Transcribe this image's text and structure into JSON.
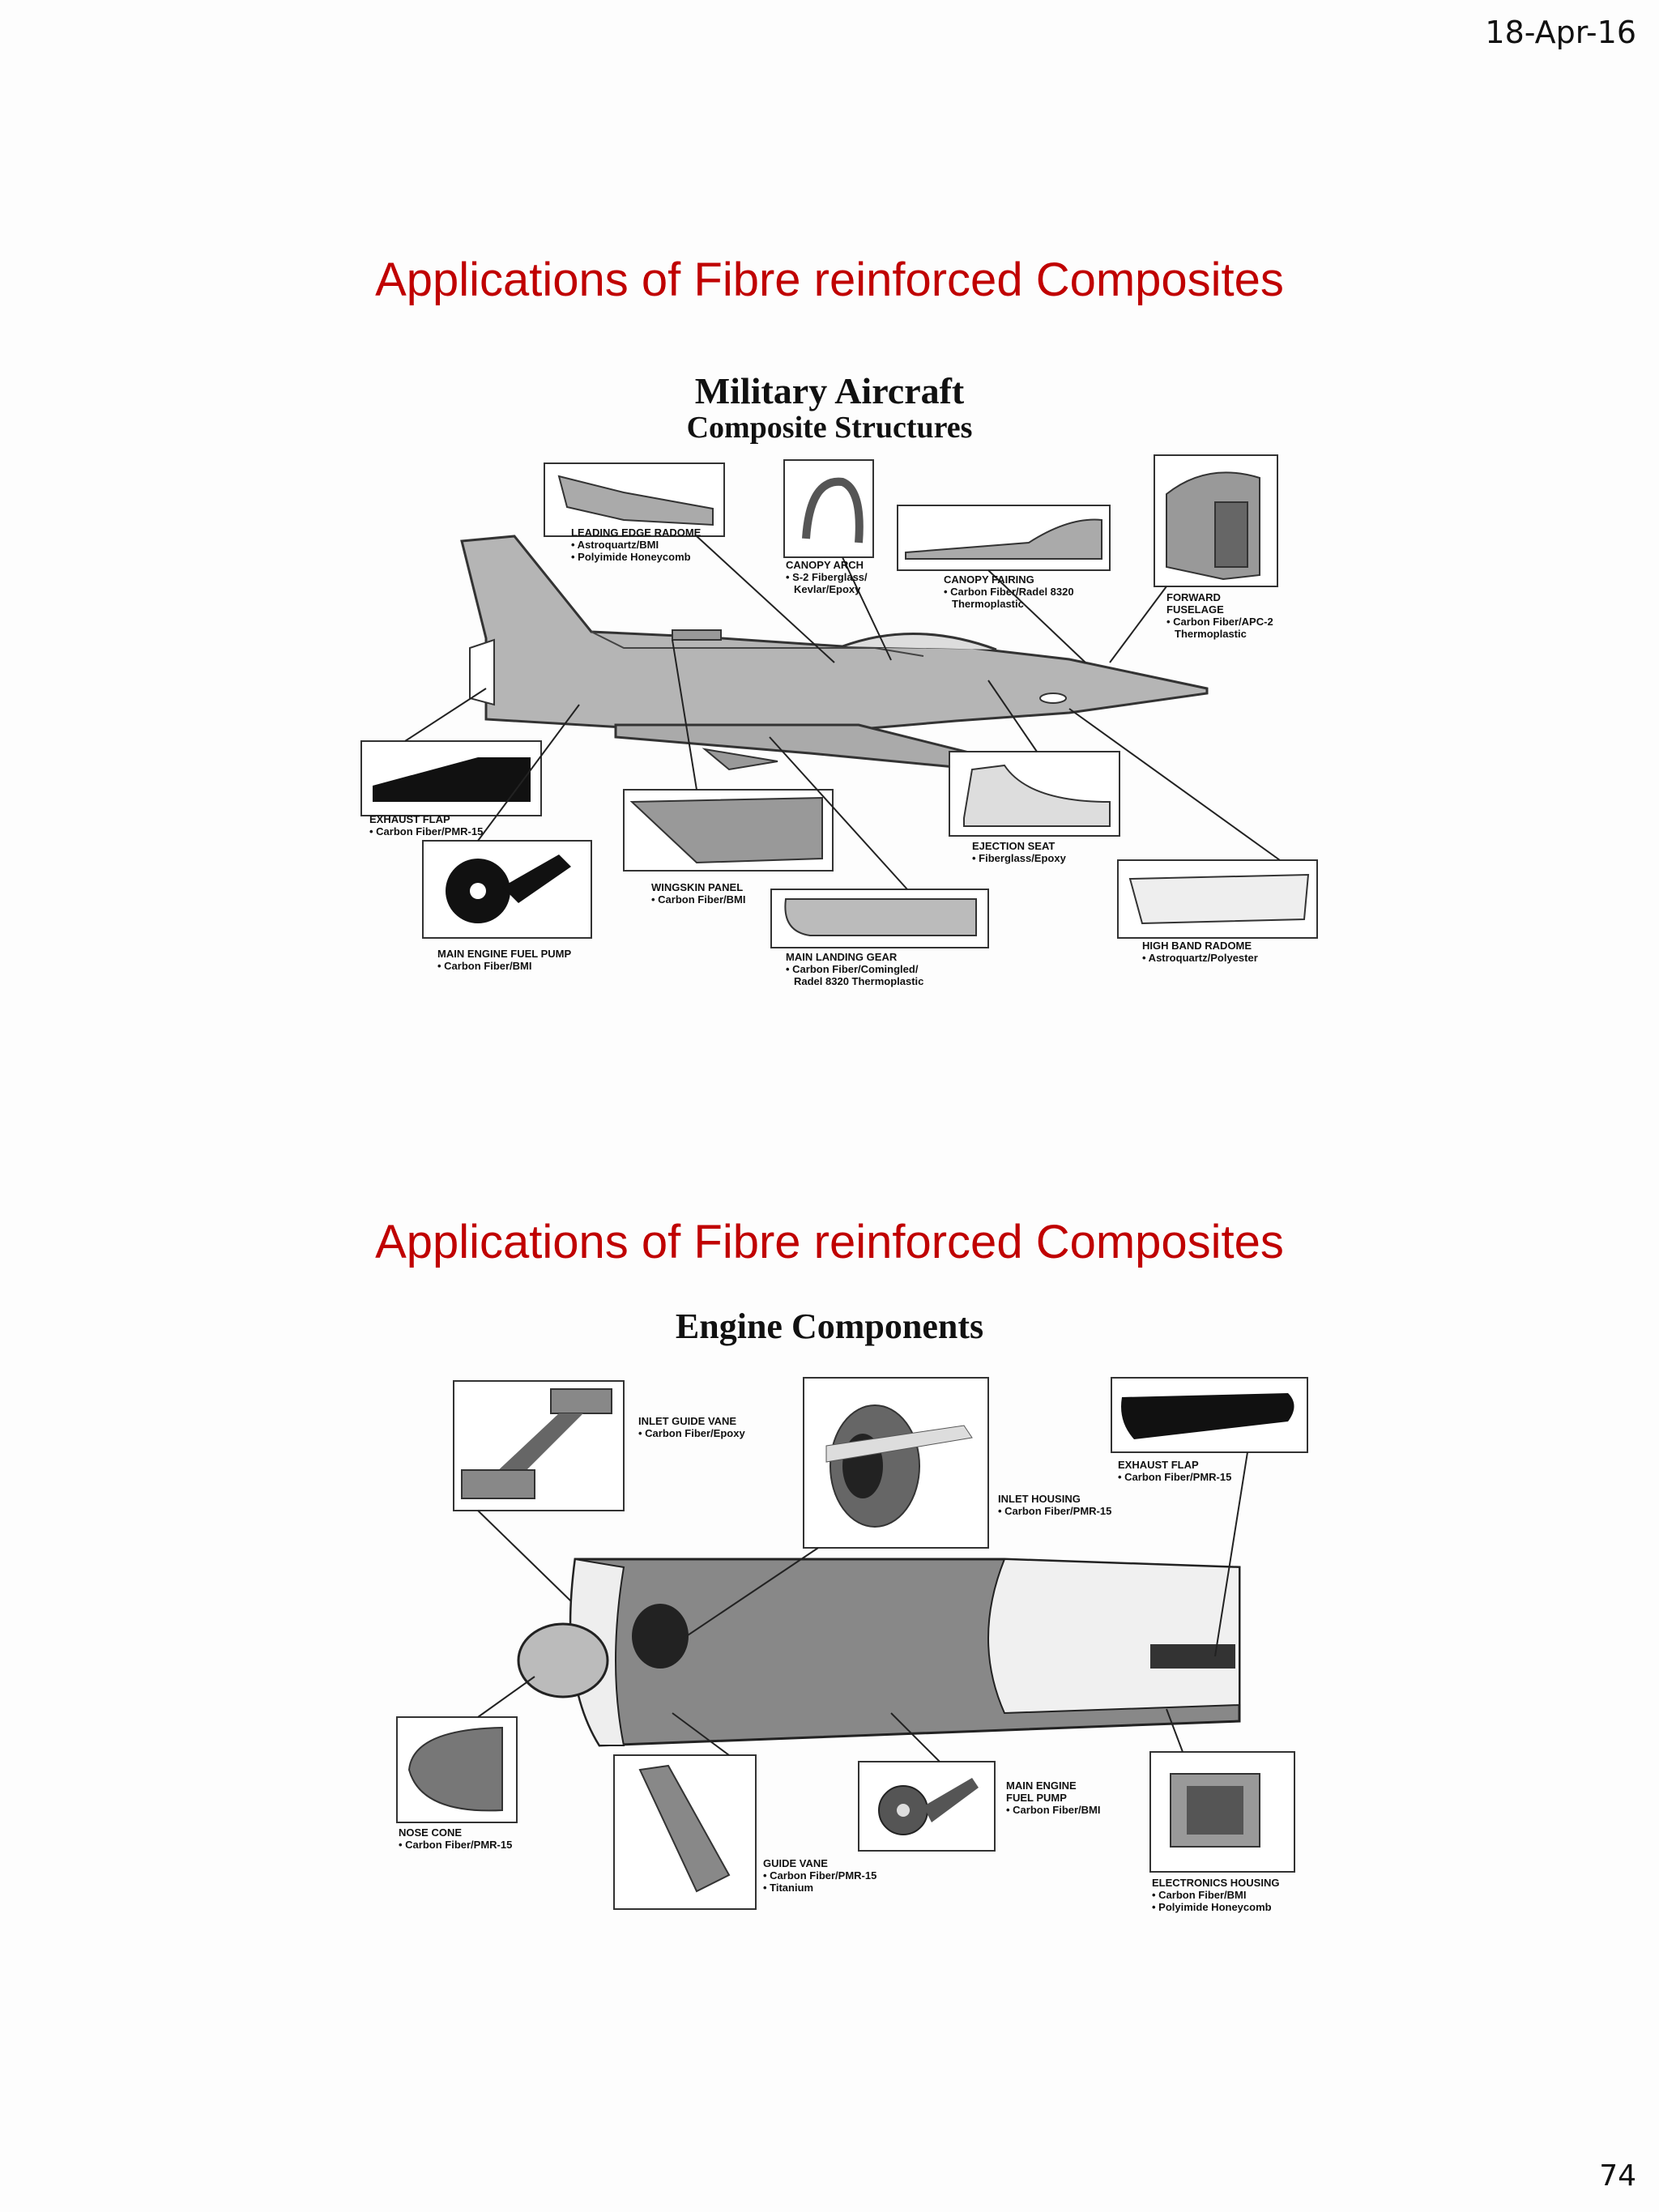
{
  "header": {
    "date": "18-Apr-16"
  },
  "footer": {
    "page_number": "74"
  },
  "slide1": {
    "title": "Applications of Fibre reinforced Composites",
    "figure_title": "Military Aircraft",
    "figure_subtitle": "Composite Structures",
    "callouts": {
      "leading_edge_radome": [
        "LEADING EDGE RADOME",
        "• Astroquartz/BMI",
        "• Polyimide Honeycomb"
      ],
      "canopy_arch": [
        "CANOPY ARCH",
        "• S-2 Fiberglass/",
        "Kevlar/Epoxy"
      ],
      "canopy_fairing": [
        "CANOPY FAIRING",
        "• Carbon Fiber/Radel 8320",
        "Thermoplastic"
      ],
      "forward_fuselage": [
        "FORWARD",
        "FUSELAGE",
        "• Carbon Fiber/APC-2",
        "Thermoplastic"
      ],
      "exhaust_flap": [
        "EXHAUST FLAP",
        "• Carbon Fiber/PMR-15"
      ],
      "ejection_seat": [
        "EJECTION SEAT",
        "• Fiberglass/Epoxy"
      ],
      "wingskin_panel": [
        "WINGSKIN PANEL",
        "• Carbon Fiber/BMI"
      ],
      "high_band_radome": [
        "HIGH BAND RADOME",
        "• Astroquartz/Polyester"
      ],
      "main_engine_fuel_pump": [
        "MAIN ENGINE FUEL PUMP",
        "• Carbon Fiber/BMI"
      ],
      "main_landing_gear": [
        "MAIN LANDING GEAR",
        "• Carbon Fiber/Comingled/",
        "Radel 8320 Thermoplastic"
      ]
    }
  },
  "slide2": {
    "title": "Applications of Fibre reinforced Composites",
    "figure_title": "Engine Components",
    "callouts": {
      "inlet_guide_vane": [
        "INLET GUIDE VANE",
        "• Carbon Fiber/Epoxy"
      ],
      "exhaust_flap": [
        "EXHAUST FLAP",
        "• Carbon Fiber/PMR-15"
      ],
      "inlet_housing": [
        "INLET HOUSING",
        "• Carbon Fiber/PMR-15"
      ],
      "nose_cone": [
        "NOSE CONE",
        "• Carbon Fiber/PMR-15"
      ],
      "main_engine_fuel_pump": [
        "MAIN ENGINE",
        "FUEL PUMP",
        "• Carbon Fiber/BMI"
      ],
      "guide_vane": [
        "GUIDE VANE",
        "• Carbon Fiber/PMR-15",
        "• Titanium"
      ],
      "electronics_housing": [
        "ELECTRONICS HOUSING",
        "• Carbon Fiber/BMI",
        "• Polyimide Honeycomb"
      ]
    }
  }
}
